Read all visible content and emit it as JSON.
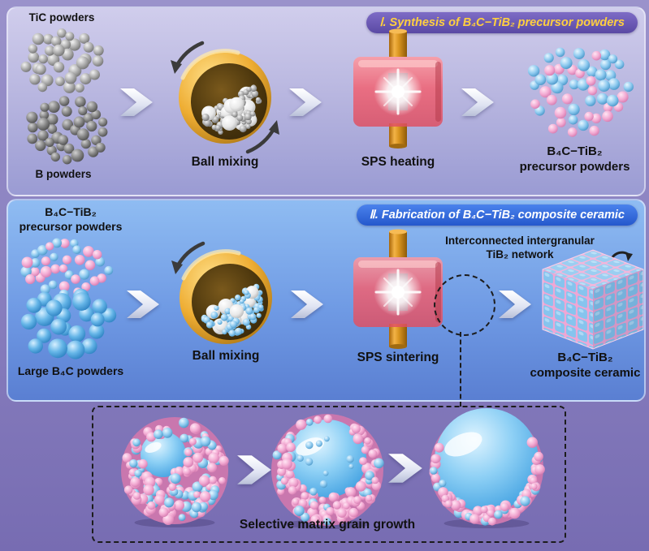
{
  "panel1": {
    "title": "Ⅰ. Synthesis of B₄C−TiB₂ precursor powders",
    "tic_label": "TiC powders",
    "b_label": "B powders",
    "ball_mixing_label": "Ball mixing",
    "sps_label": "SPS heating",
    "product_label_line1": "B₄C−TiB₂",
    "product_label_line2": "precursor powders"
  },
  "panel2": {
    "title": "Ⅱ. Fabrication of B₄C−TiB₂ composite ceramic",
    "precursor_label_line1": "B₄C−TiB₂",
    "precursor_label_line2": "precursor powders",
    "large_b4c_label": "Large B₄C powders",
    "ball_mixing_label": "Ball mixing",
    "sps_label": "SPS sintering",
    "network_label_line1": "Interconnected intergranular",
    "network_label_line2": "TiB₂ network",
    "product_label_line1": "B₄C−TiB₂",
    "product_label_line2": "composite ceramic"
  },
  "inset": {
    "caption": "Selective matrix grain growth"
  },
  "colors": {
    "background_purple": "#8d84c2",
    "panel1_fill": "#b9b7e0",
    "panel2_fill": "#6f9ae4",
    "panel1_title_bg": "#5f4ea8",
    "panel1_title_text": "#ffcf3f",
    "panel2_title_bg": "#2d5fd4",
    "panel2_title_text": "#ffffff",
    "pink_particle": "#f3abd3",
    "blue_particle": "#8cc9ef",
    "gray_particle": "#ababab",
    "mill_gold": "#eead33",
    "sps_red": "#f26070",
    "label_text": "#111111"
  }
}
